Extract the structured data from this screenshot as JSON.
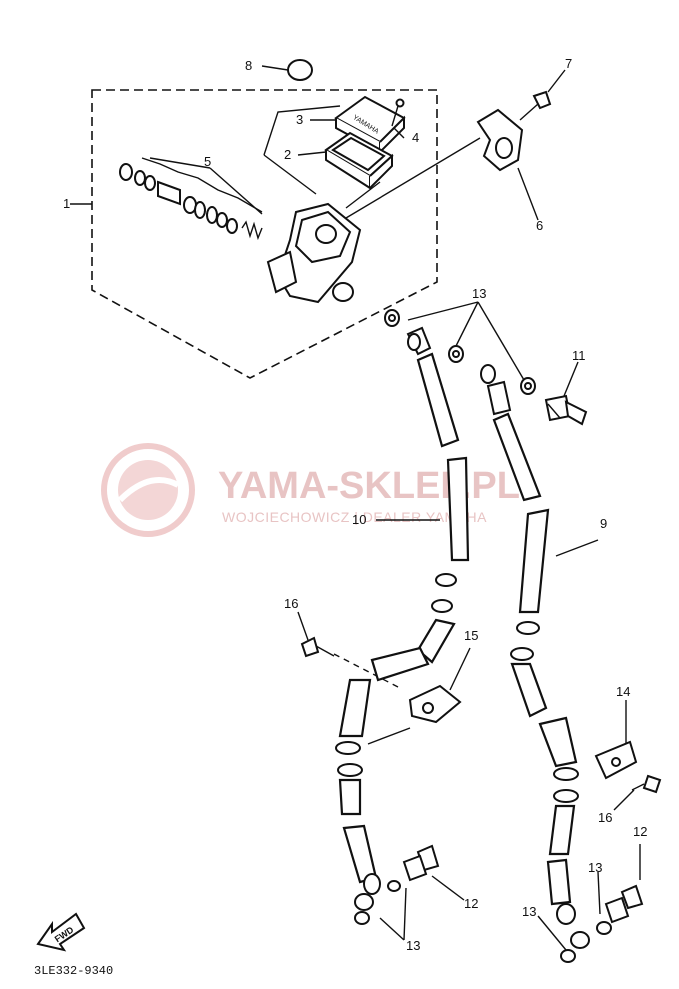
{
  "watermark": {
    "title": "YAMA-SKLEP.PL",
    "subtitle": "WOJCIECHOWICZ | DEALER YAMAHA"
  },
  "fwd_label": "FWD",
  "reservoir_label": "YAMAHA",
  "drawing_code": "3LE332-9340",
  "callouts": {
    "c1": "1",
    "c2": "2",
    "c3": "3",
    "c4": "4",
    "c5": "5",
    "c6": "6",
    "c7": "7",
    "c8": "8",
    "c9": "9",
    "c10": "10",
    "c11": "11",
    "c12a": "12",
    "c12b": "12",
    "c13a": "13",
    "c13b": "13",
    "c13c": "13",
    "c13d": "13",
    "c14": "14",
    "c15": "15",
    "c16a": "16",
    "c16b": "16"
  }
}
